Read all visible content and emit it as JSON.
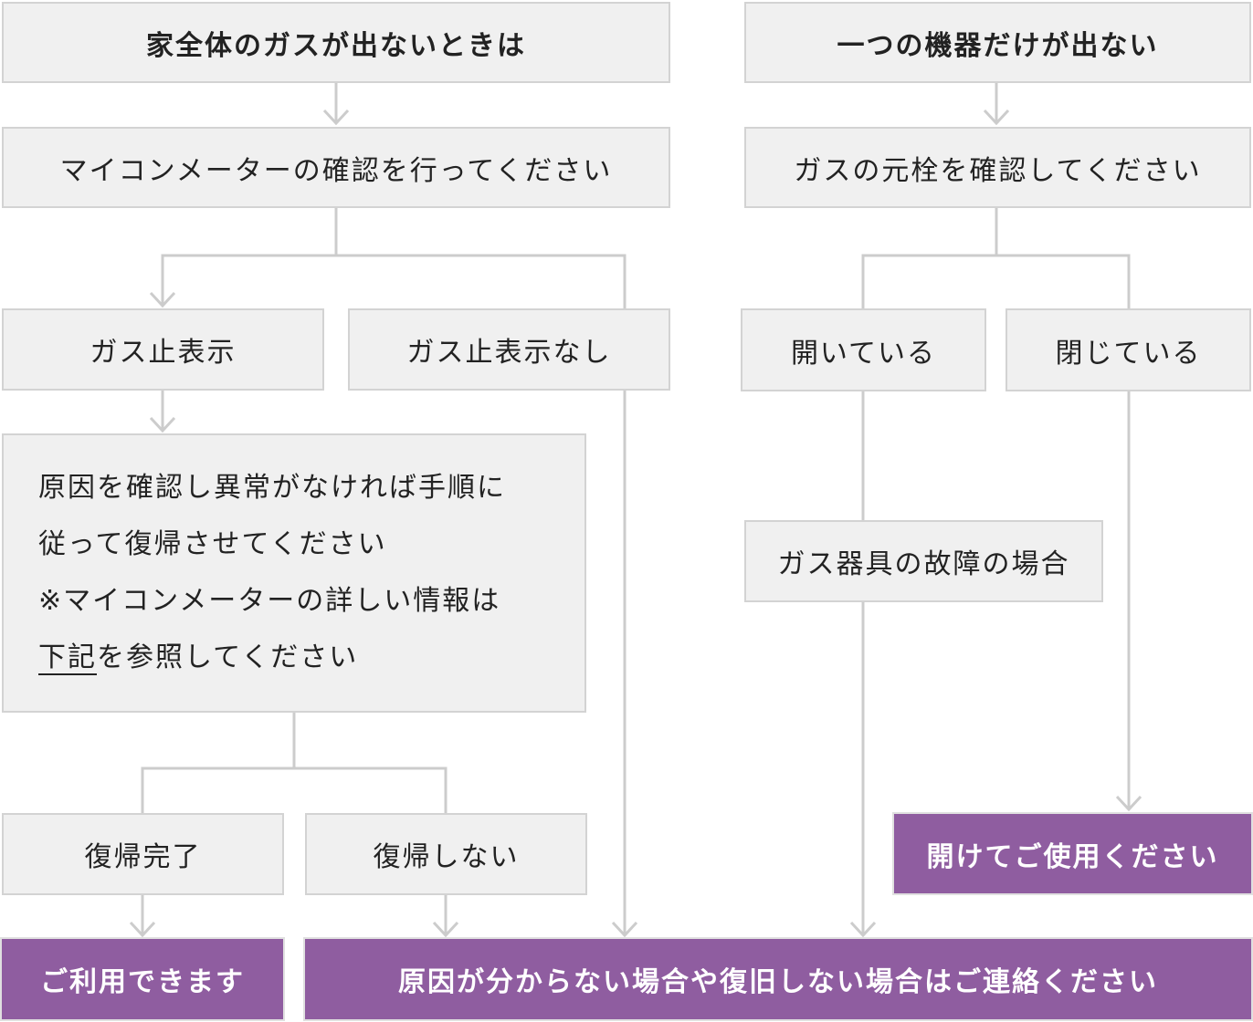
{
  "colors": {
    "box_fill": "#f0f0f0",
    "box_border": "#d3d3d3",
    "connector": "#cccccc",
    "accent": "#8f5da0"
  },
  "left": {
    "title": "家全体のガスが出ないときは",
    "step1": "マイコンメーターの確認を行ってください",
    "branch_yes": "ガス止表示",
    "branch_no": "ガス止表示なし",
    "instructions": {
      "line1": "原因を確認し異常がなければ手順に",
      "line2": "従って復帰させてください",
      "line3": "※マイコンメーターの詳しい情報は",
      "line4_link": "下記",
      "line4_rest": "を参照してください"
    },
    "restored": "復帰完了",
    "not_restored": "復帰しない",
    "result_ok": "ご利用できます"
  },
  "right": {
    "title": "一つの機器だけが出ない",
    "step1": "ガスの元栓を確認してください",
    "branch_open": "開いている",
    "branch_closed": "閉じている",
    "fault": "ガス器具の故障の場合",
    "result_open": "開けてご使用ください"
  },
  "contact": "原因が分からない場合や復旧しない場合はご連絡ください"
}
